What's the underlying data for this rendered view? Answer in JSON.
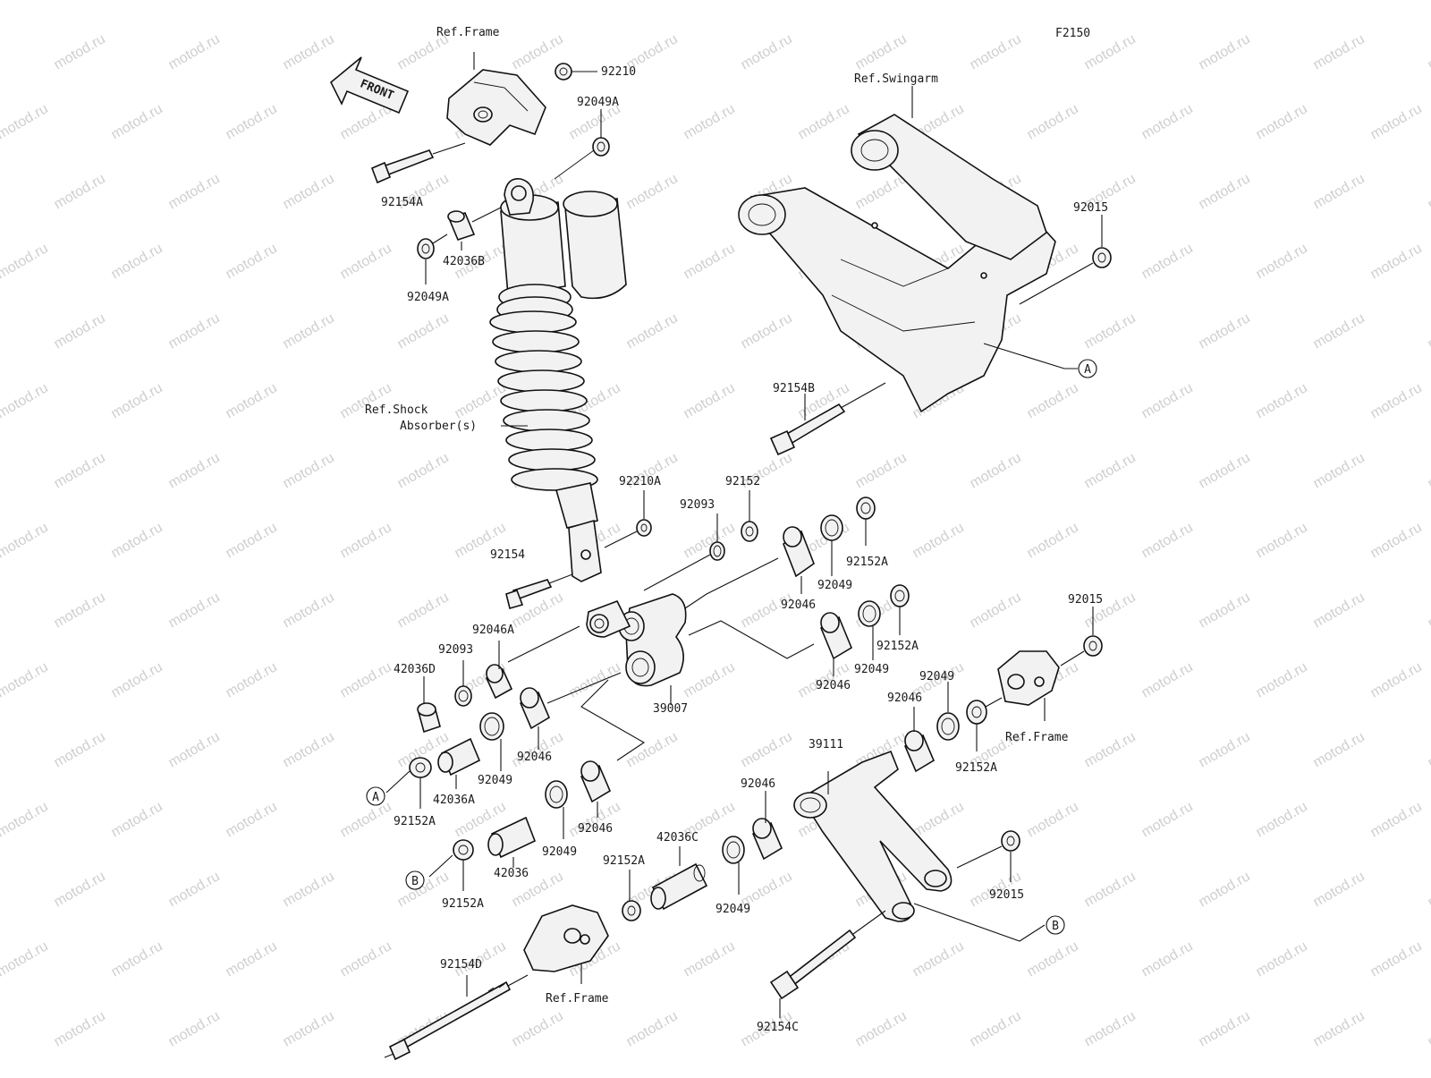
{
  "figure_code": "F2150",
  "front_label": "FRONT",
  "watermark_text": "motod.ru",
  "references": {
    "frame_top": "Ref.Frame",
    "swingarm": "Ref.Swingarm",
    "shock_line1": "Ref.Shock",
    "shock_line2": "Absorber(s)",
    "frame_right": "Ref.Frame",
    "frame_bottom": "Ref.Frame"
  },
  "callouts": [
    "A",
    "B"
  ],
  "part_numbers": [
    "92210",
    "92049A",
    "92154A",
    "42036B",
    "92049A",
    "92015",
    "92154B",
    "92210A",
    "92152",
    "92093",
    "92154",
    "92049",
    "92152A",
    "92046",
    "92046A",
    "92093",
    "42036D",
    "92049",
    "92152A",
    "92046",
    "92049",
    "39007",
    "92046",
    "92015",
    "92049",
    "92046",
    "92152A",
    "39111",
    "92046",
    "92049",
    "92046",
    "42036A",
    "92152A",
    "92049",
    "42036",
    "92152A",
    "92152A",
    "42036C",
    "92049",
    "92015",
    "92154D",
    "92154C"
  ],
  "colors": {
    "line": "#111111",
    "fill": "#f2f2f2",
    "watermark": "#cfcfcf"
  }
}
